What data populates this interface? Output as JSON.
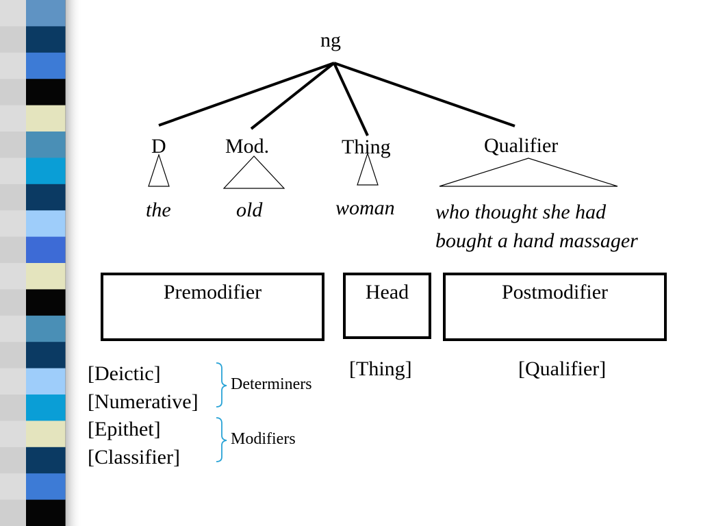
{
  "colors": {
    "strip": [
      "#5f93c3",
      "#0b3a63",
      "#3d7bd6",
      "#050505",
      "#e4e4be",
      "#4a8fb6",
      "#0a9ed6",
      "#0b3a63",
      "#9ecdfa",
      "#3d6bd6",
      "#e4e4be",
      "#050505",
      "#4a8fb6",
      "#0b3a63",
      "#9ecdfa",
      "#0a9ed6",
      "#e4e4be",
      "#0b3a63",
      "#3d7bd6",
      "#050505"
    ],
    "brace": "#29a3d6"
  },
  "tree": {
    "root": "ng",
    "nodes": [
      {
        "label": "D",
        "word": "the"
      },
      {
        "label": "Mod.",
        "word": "old"
      },
      {
        "label": "Thing",
        "word": "woman"
      },
      {
        "label": "Qualifier",
        "word_lines": [
          "who thought she had",
          "bought a hand massager"
        ]
      }
    ]
  },
  "boxes": {
    "premodifier": "Premodifier",
    "head": "Head",
    "postmodifier": "Postmodifier"
  },
  "functions": {
    "premod_items": [
      "[Deictic]",
      "[Numerative]",
      "[Epithet]",
      "[Classifier]"
    ],
    "head_item": "[Thing]",
    "postmod_item": "[Qualifier]",
    "groups": {
      "determiners": "Determiners",
      "modifiers": "Modifiers"
    }
  }
}
